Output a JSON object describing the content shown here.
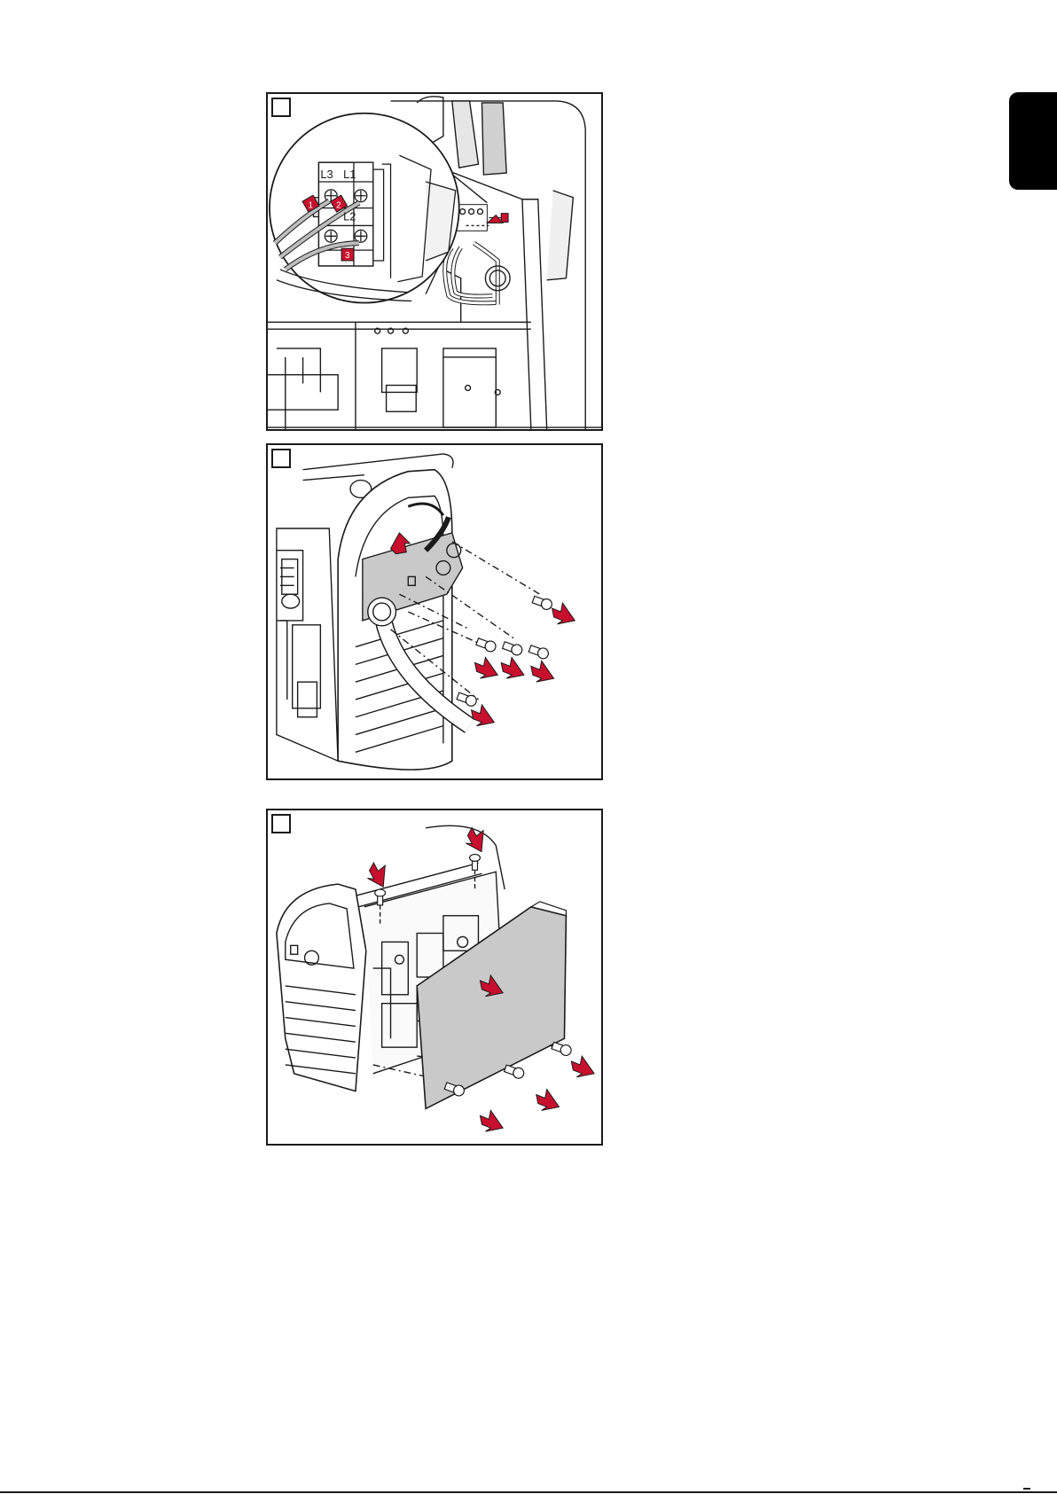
{
  "figures": [
    {
      "terminal_labels": [
        "L3",
        "L1",
        "L2"
      ],
      "callouts": [
        "1",
        "2",
        "3"
      ]
    },
    {},
    {}
  ],
  "colors": {
    "arrow_red": "#c8102e",
    "line": "#1a1a1a",
    "panel_gray": "#cfcfcf"
  }
}
